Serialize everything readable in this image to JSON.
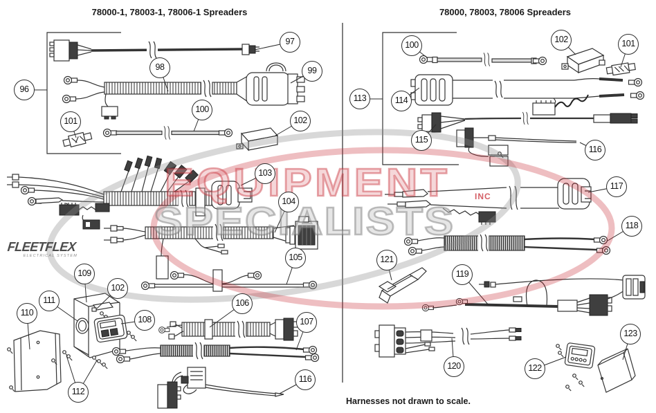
{
  "left_panel": {
    "title": "78000-1, 78003-1, 78006-1 Spreaders",
    "callouts": [
      "96",
      "97",
      "98",
      "99",
      "100",
      "101",
      "102",
      "103",
      "104",
      "105",
      "109",
      "102",
      "111",
      "110",
      "108",
      "112",
      "106",
      "107",
      "116"
    ]
  },
  "right_panel": {
    "title": "78000, 78003, 78006 Spreaders",
    "callouts": [
      "100",
      "102",
      "101",
      "113",
      "114",
      "115",
      "116",
      "117",
      "118",
      "121",
      "119",
      "120",
      "122",
      "123"
    ]
  },
  "footer_note": "Harnesses not drawn to scale.",
  "watermark": {
    "word1": "EQUIPMENT",
    "word2": "SPECIALISTS",
    "word3": "INC",
    "red": "#c62832",
    "gray": "#8f8f8f"
  },
  "logo": {
    "brand": "FLEETFLEX",
    "tagline": "ELECTRICAL SYSTEM"
  }
}
